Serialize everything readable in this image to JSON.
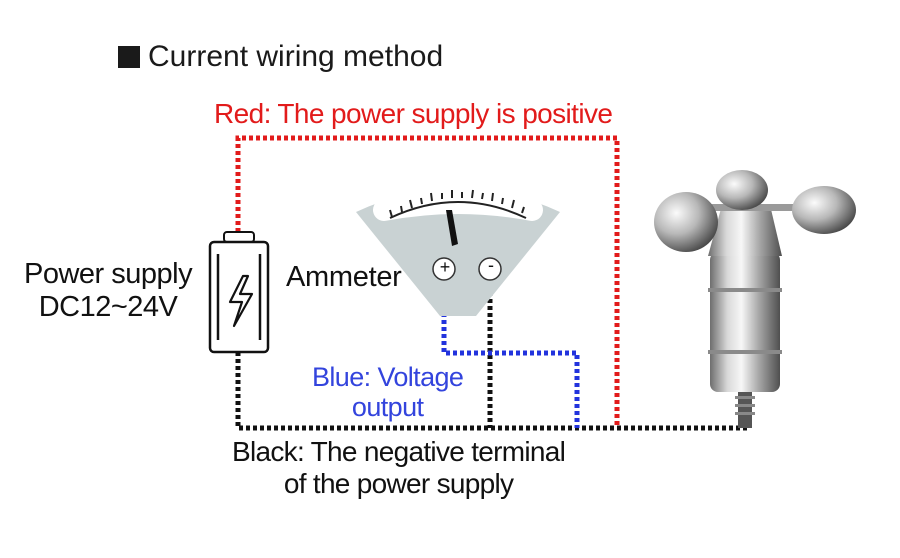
{
  "title": "Current wiring method",
  "wires": {
    "red_label": "Red: The power supply is positive",
    "blue_label_line1": "Blue: Voltage",
    "blue_label_line2": "output",
    "black_label_line1": "Black: The negative terminal",
    "black_label_line2": "of the power supply",
    "colors": {
      "red": "#e21b1b",
      "blue": "#2233dd",
      "black": "#111111"
    }
  },
  "power_supply": {
    "line1": "Power supply",
    "line2": "DC12~24V"
  },
  "ammeter": {
    "label": "Ammeter",
    "plus": "+",
    "minus": "-"
  }
}
